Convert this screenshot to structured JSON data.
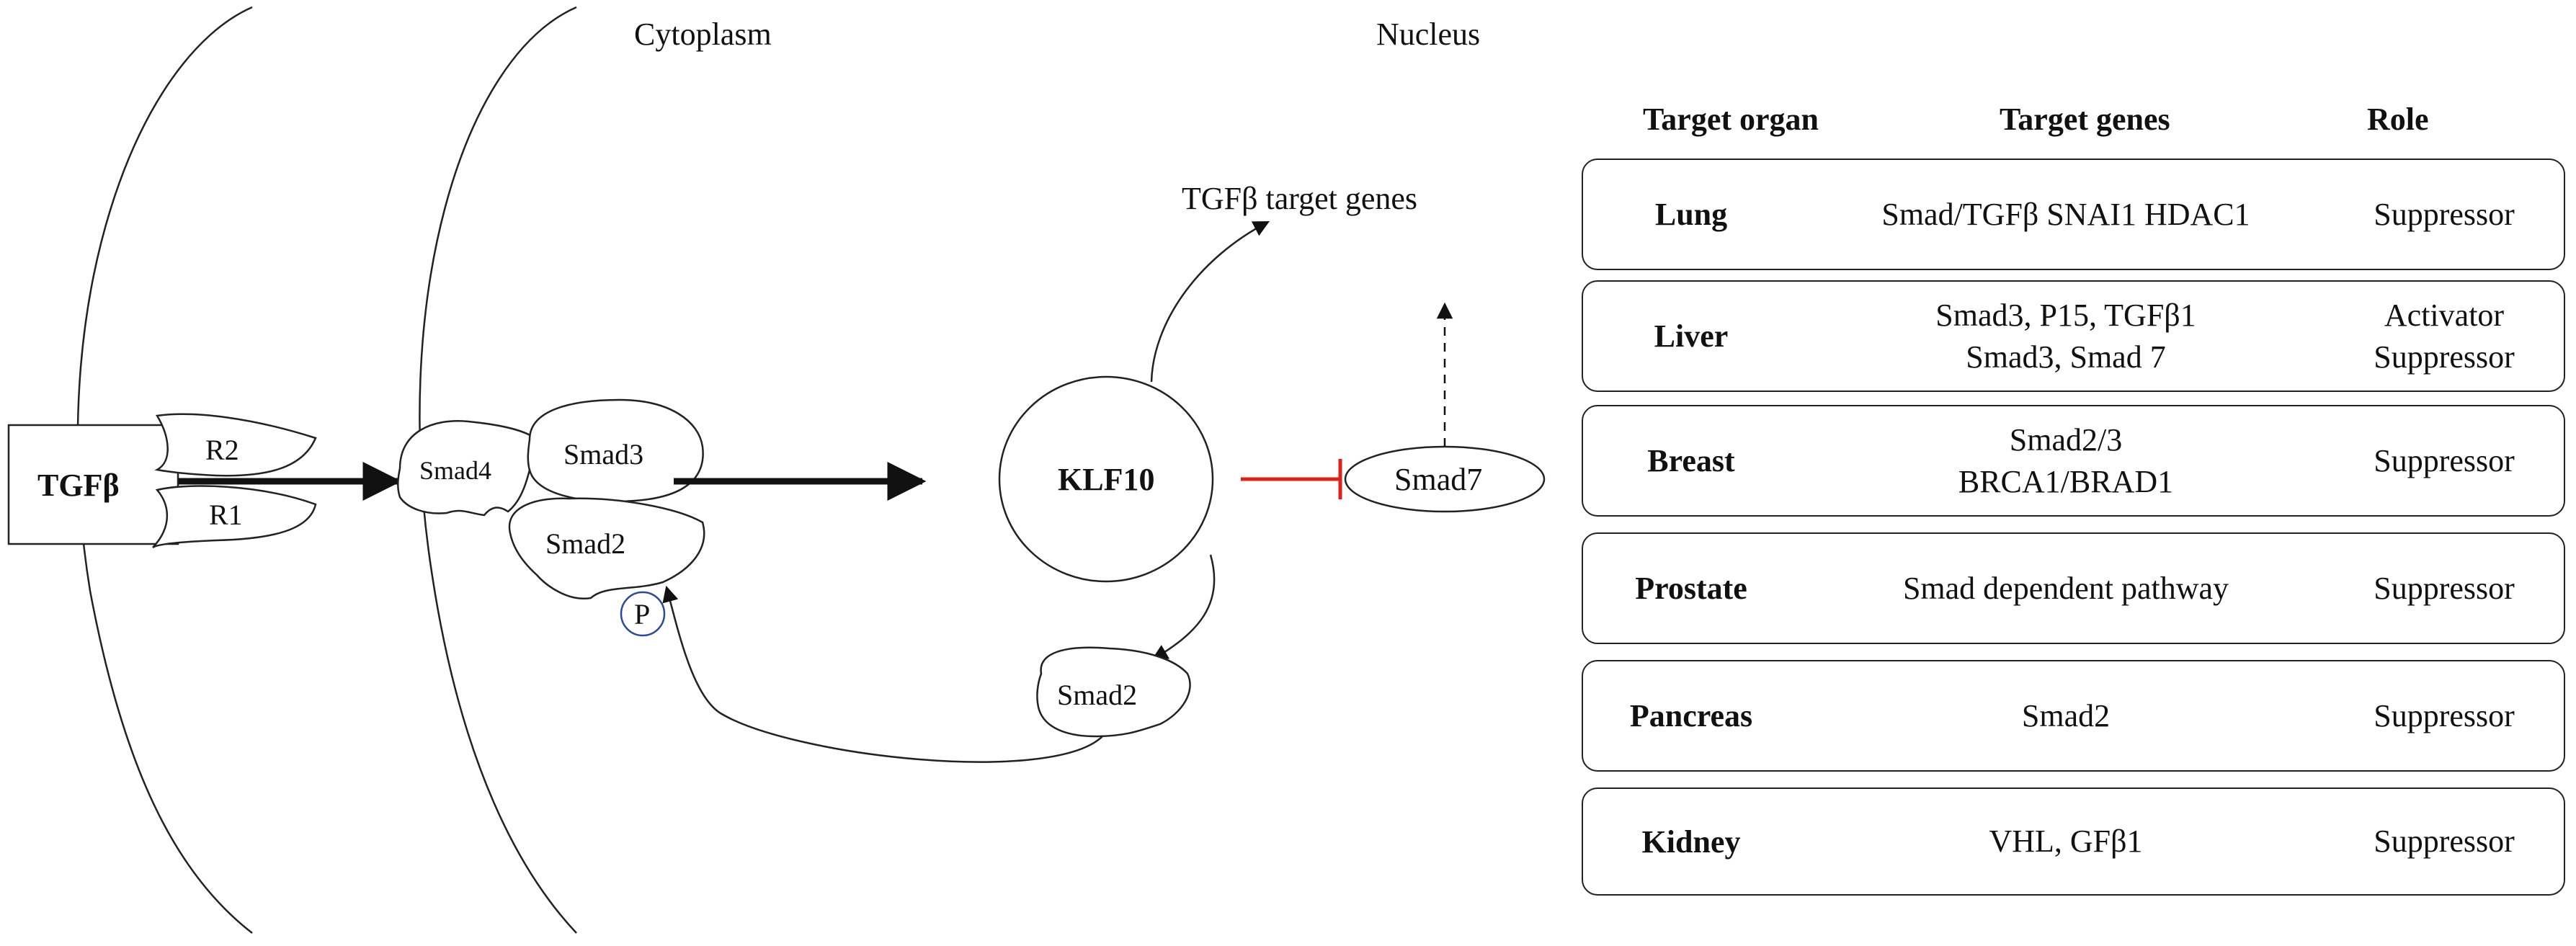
{
  "diagram": {
    "cytoplasm_label": "Cytoplasm",
    "nucleus_label": "Nucleus",
    "ligand_label": "TGFβ",
    "receptor_2": "R2",
    "receptor_1": "R1",
    "smad4": "Smad4",
    "smad3": "Smad3",
    "smad2": "Smad2",
    "phospho": "P",
    "klf10": "KLF10",
    "smad7": "Smad7",
    "tgfb_target_genes": "TGFβ target genes",
    "smad2_nuclear": "Smad2",
    "colors": {
      "inhibition": "#e0201b",
      "line": "#111111",
      "phospho_circle": "#2a4a9a"
    }
  },
  "table": {
    "headers": {
      "organ": "Target organ",
      "genes": "Target genes",
      "role": "Role"
    },
    "rows": [
      {
        "organ": "Lung",
        "genes": [
          "Smad/TGFβ SNAI1 HDAC1"
        ],
        "role": [
          "Suppressor"
        ]
      },
      {
        "organ": "Liver",
        "genes": [
          "Smad3, P15, TGFβ1",
          "Smad3, Smad 7"
        ],
        "role": [
          "Activator",
          "Suppressor"
        ]
      },
      {
        "organ": "Breast",
        "genes": [
          "Smad2/3",
          "BRCA1/BRAD1"
        ],
        "role": [
          "Suppressor"
        ]
      },
      {
        "organ": "Prostate",
        "genes": [
          "Smad dependent pathway"
        ],
        "role": [
          "Suppressor"
        ]
      },
      {
        "organ": "Pancreas",
        "genes": [
          "Smad2"
        ],
        "role": [
          "Suppressor"
        ]
      },
      {
        "organ": "Kidney",
        "genes": [
          "VHL, GFβ1"
        ],
        "role": [
          "Suppressor"
        ]
      }
    ]
  }
}
